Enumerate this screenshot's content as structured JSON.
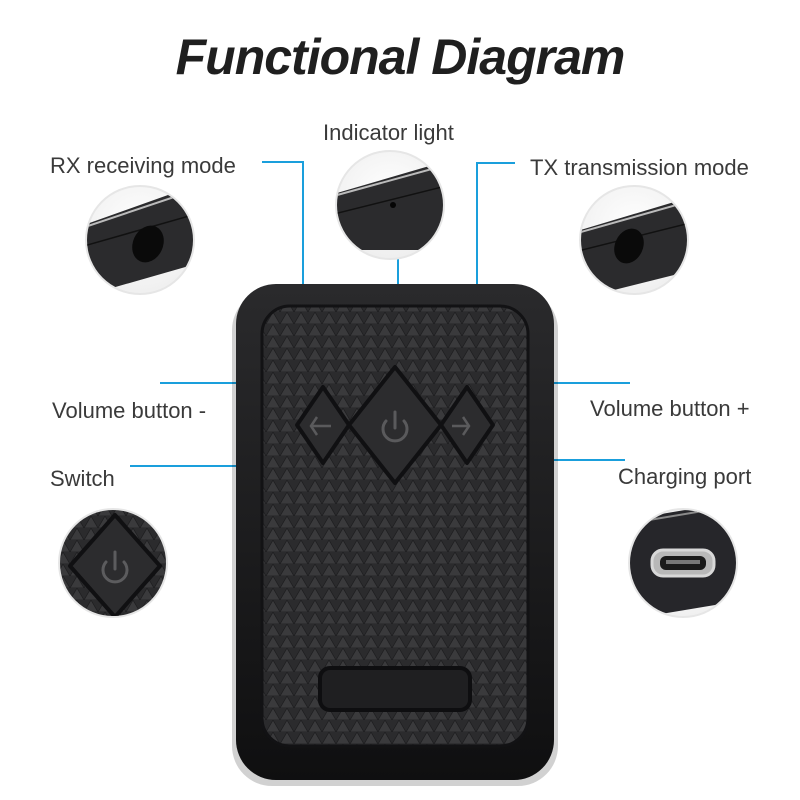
{
  "title": "Functional Diagram",
  "labels": {
    "indicator_light": "Indicator light",
    "rx_mode": "RX receiving mode",
    "tx_mode": "TX transmission mode",
    "volume_minus": "Volume button -",
    "volume_plus": "Volume button +",
    "switch": "Switch",
    "charging_port": "Charging port"
  },
  "colors": {
    "leader_line": "#1a9fdc",
    "device_body": "#1c1c1e",
    "device_face": "#2a2a2c",
    "text": "#3a3a3a"
  },
  "icons": {
    "volume_minus": "back-arrow-icon",
    "power": "power-icon",
    "volume_plus": "forward-arrow-icon"
  }
}
